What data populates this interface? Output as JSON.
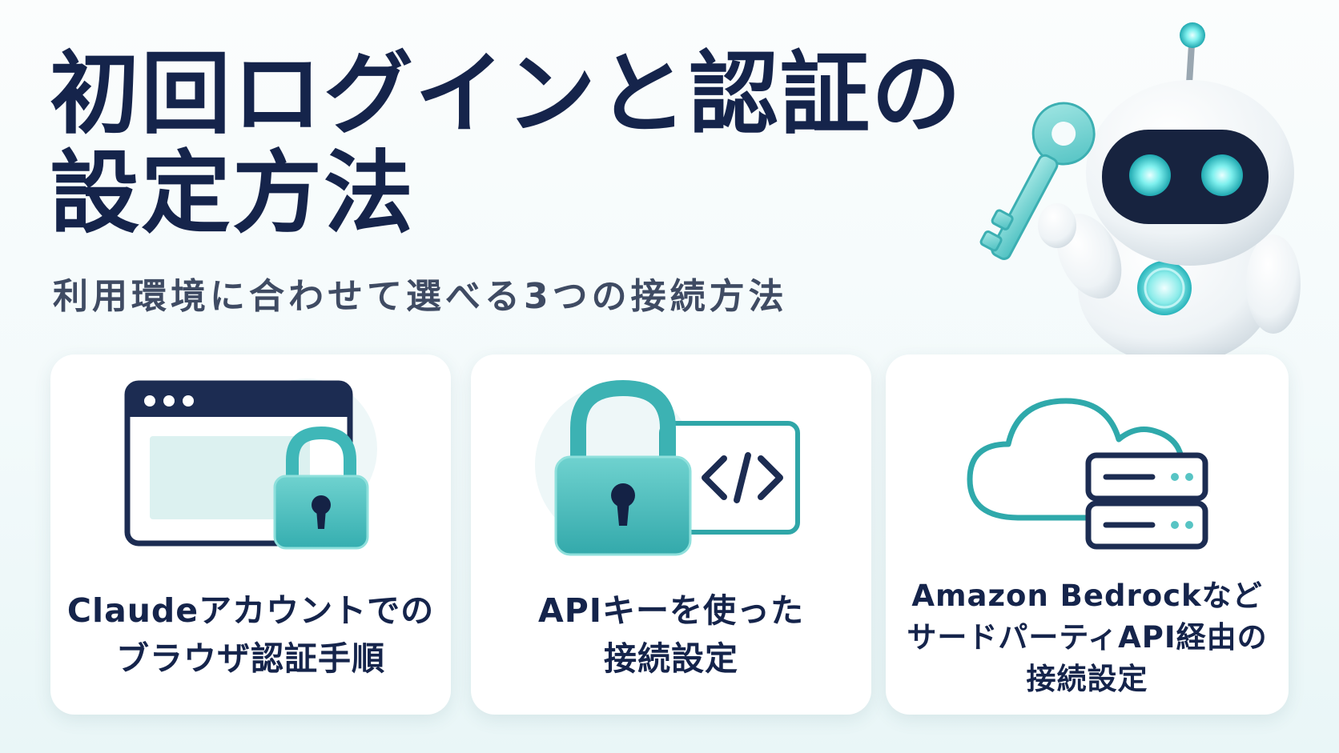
{
  "page": {
    "title_line_1": "初回ログインと認証の",
    "title_line_2": "設定方法",
    "subtitle": "利用環境に合わせて選べる3つの接続方法"
  },
  "cards": [
    {
      "label_line_1": "Claudeアカウントでの",
      "label_line_2": "ブラウザ認証手順",
      "icon": "browser-window-lock-icon"
    },
    {
      "label_line_1": "APIキーを使った",
      "label_line_2": "接続設定",
      "icon": "lock-code-icon"
    },
    {
      "label_line_1": "Amazon Bedrockなど",
      "label_line_2": "サードパーティAPI経由の",
      "label_line_3": "接続設定",
      "icon": "cloud-server-icon"
    }
  ],
  "illustration": {
    "icon": "robot-with-key-icon"
  },
  "colors": {
    "navy": "#15244b",
    "teal": "#3fbfbf",
    "teal_light": "#9ee3e0",
    "background": "#f3fafb"
  }
}
